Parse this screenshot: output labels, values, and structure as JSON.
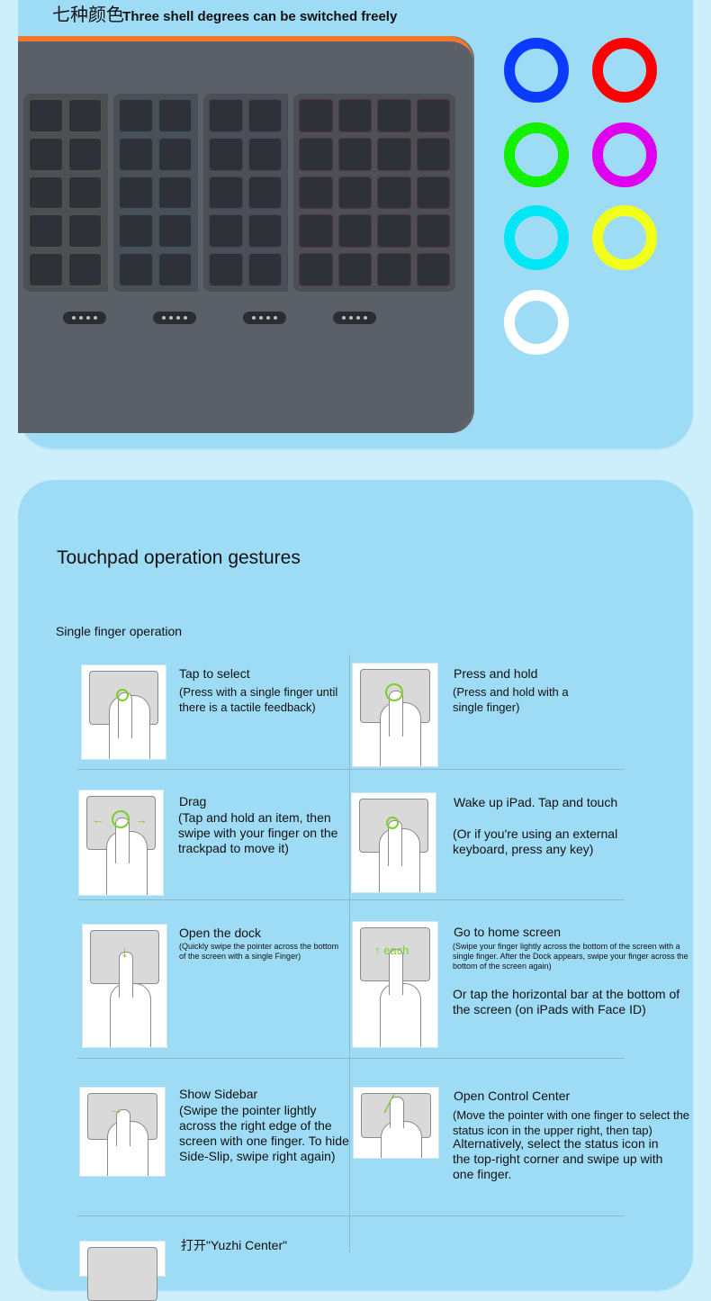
{
  "hero": {
    "title_cjk": "七种颜色",
    "title": "Three shell degrees can be switched freely"
  },
  "ring_colors": [
    "#0a3bff",
    "#ff0000",
    "#13f000",
    "#e000f0",
    "#00e6f5",
    "#f2ff19",
    "#ffffff"
  ],
  "keyboard_colors": [
    "#ffe36a",
    "#6cd5ff",
    "#d66bff",
    "#71e25e",
    "#ff4b4b"
  ],
  "section": {
    "title": "Touchpad operation gestures",
    "subtitle": "Single finger operation"
  },
  "gestures": [
    {
      "title": "Tap to select",
      "desc": "(Press with a single finger until there is a tactile feedback)"
    },
    {
      "title": "Press and hold",
      "desc": "(Press and hold with a single finger)"
    },
    {
      "title": "Drag",
      "desc": "(Tap and hold an item, then swipe with your finger on the trackpad to move it)"
    },
    {
      "title": "Wake up iPad. Tap and touch",
      "desc": "(Or if you're using an external keyboard, press any key)"
    },
    {
      "title": "Open the dock",
      "desc": "(Quickly swipe the pointer across the bottom of the screen with a single Finger)"
    },
    {
      "title": "Go to home screen",
      "desc": "(Swipe your finger lightly across the bottom of the screen with a single finger. After the Dock appears, swipe your finger across the bottom of the screen again)",
      "desc2": "Or tap the horizontal bar at the bottom of the screen (on iPads with Face ID)"
    },
    {
      "title": "Show Sidebar",
      "desc": "(Swipe the pointer lightly across the right edge of the screen with one finger. To hide Side-Slip, swipe right again)"
    },
    {
      "title": "Open Control Center",
      "desc": "(Move the pointer with one finger to select the status icon in the upper right, then tap)",
      "desc2": "Alternatively, select the status icon in the top-right corner and swipe up with one finger."
    },
    {
      "title_cjk": "打开",
      "title": "\"Yuzhi Center\""
    }
  ],
  "icons": {
    "home_label": "↑ each"
  }
}
